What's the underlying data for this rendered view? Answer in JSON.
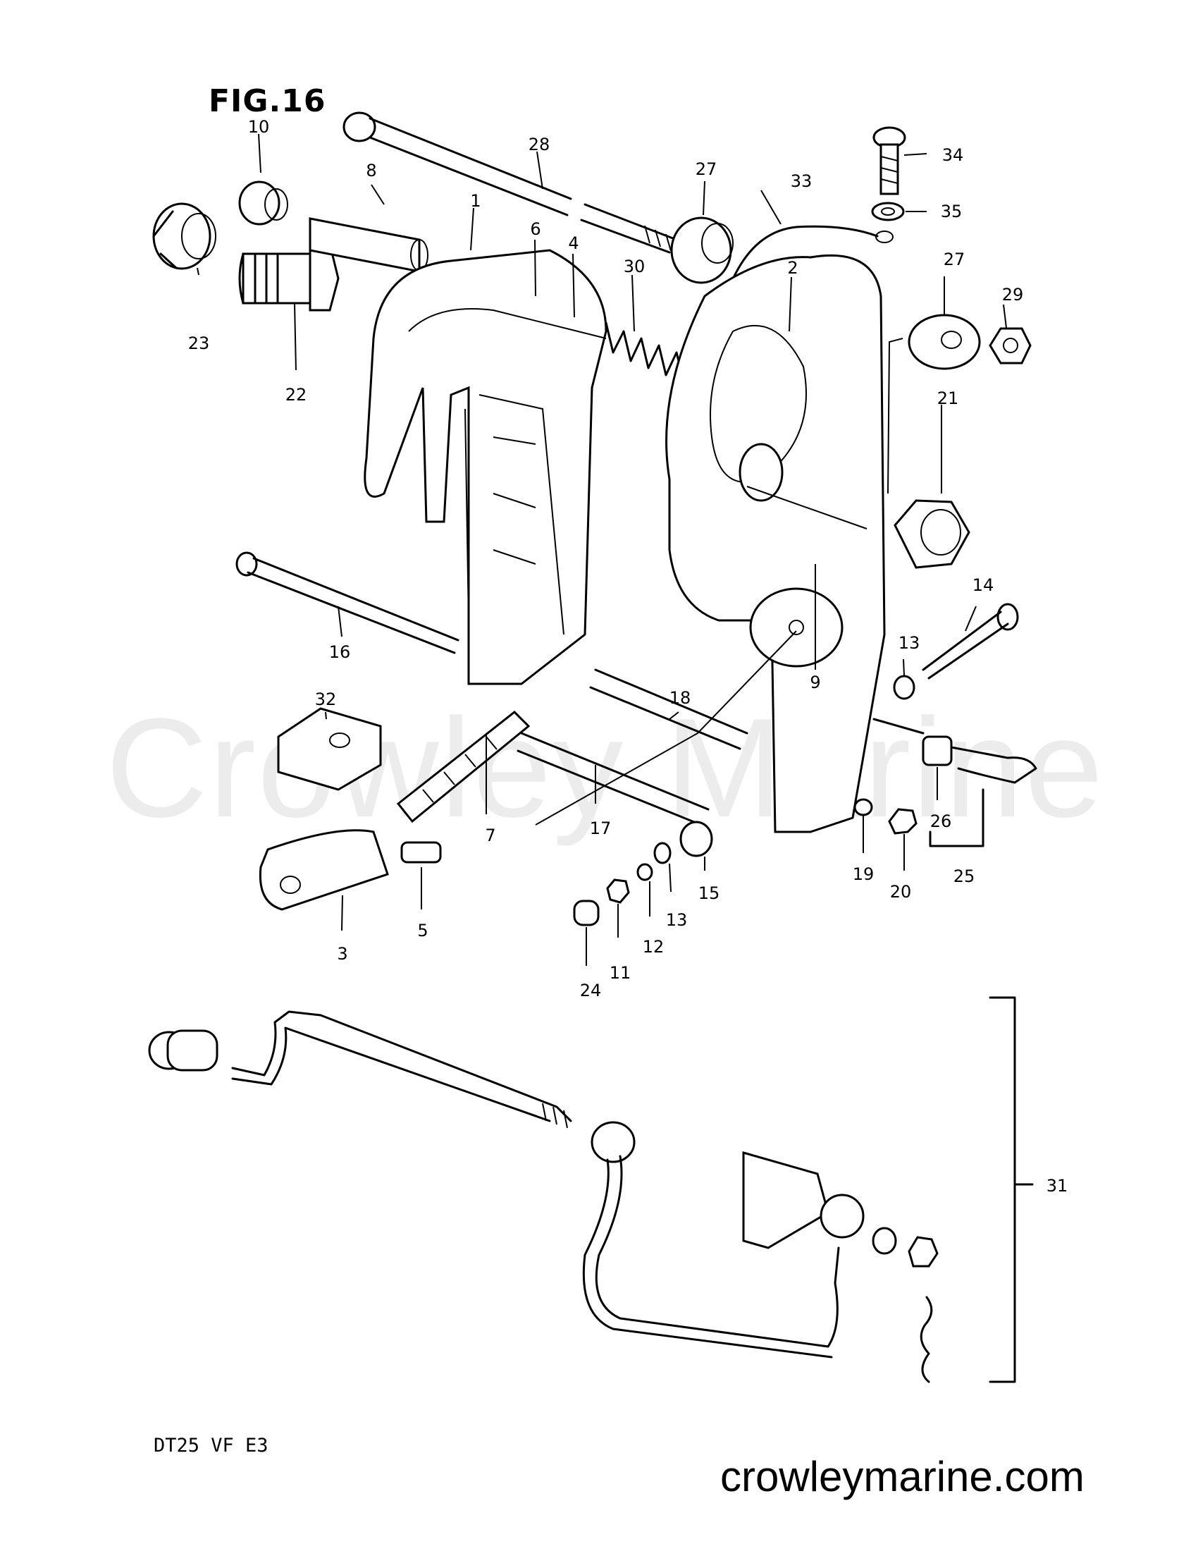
{
  "figure_title": "FIG.16",
  "model_code": "DT25 VF E3",
  "watermark": "Crowley Marine",
  "site": "crowleymarine.com",
  "callouts": [
    "1",
    "2",
    "3",
    "4",
    "5",
    "6",
    "7",
    "8",
    "9",
    "10",
    "11",
    "12",
    "13",
    "13",
    "14",
    "15",
    "16",
    "17",
    "18",
    "19",
    "20",
    "21",
    "22",
    "23",
    "24",
    "25",
    "26",
    "27",
    "27",
    "28",
    "29",
    "30",
    "31",
    "32",
    "33",
    "34",
    "35"
  ]
}
